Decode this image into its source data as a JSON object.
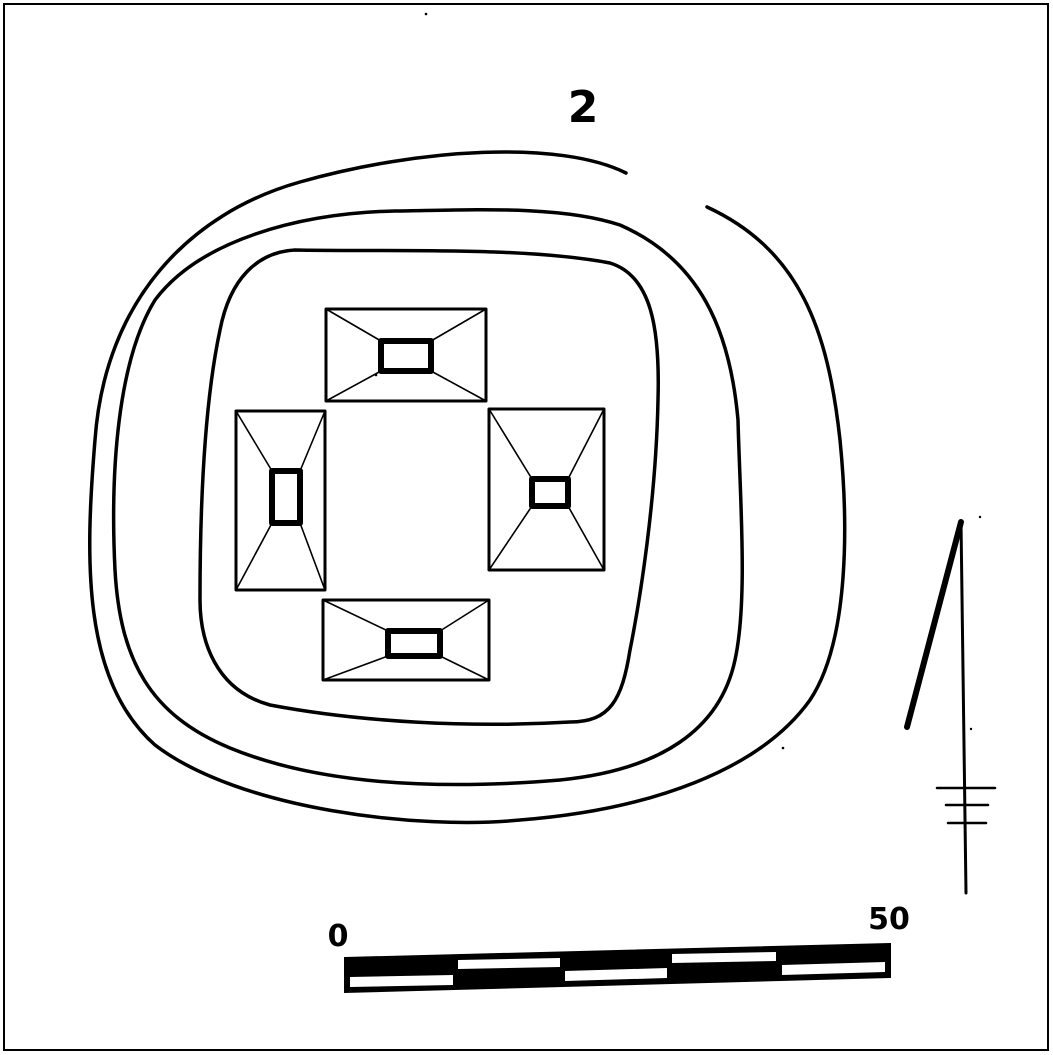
{
  "figure": {
    "number": "2"
  },
  "scale_bar": {
    "start_label": "0",
    "end_label": "50"
  },
  "colors": {
    "ink": "#000000",
    "paper": "#ffffff"
  },
  "icons": {
    "north_arrow": "north-arrow-icon"
  }
}
